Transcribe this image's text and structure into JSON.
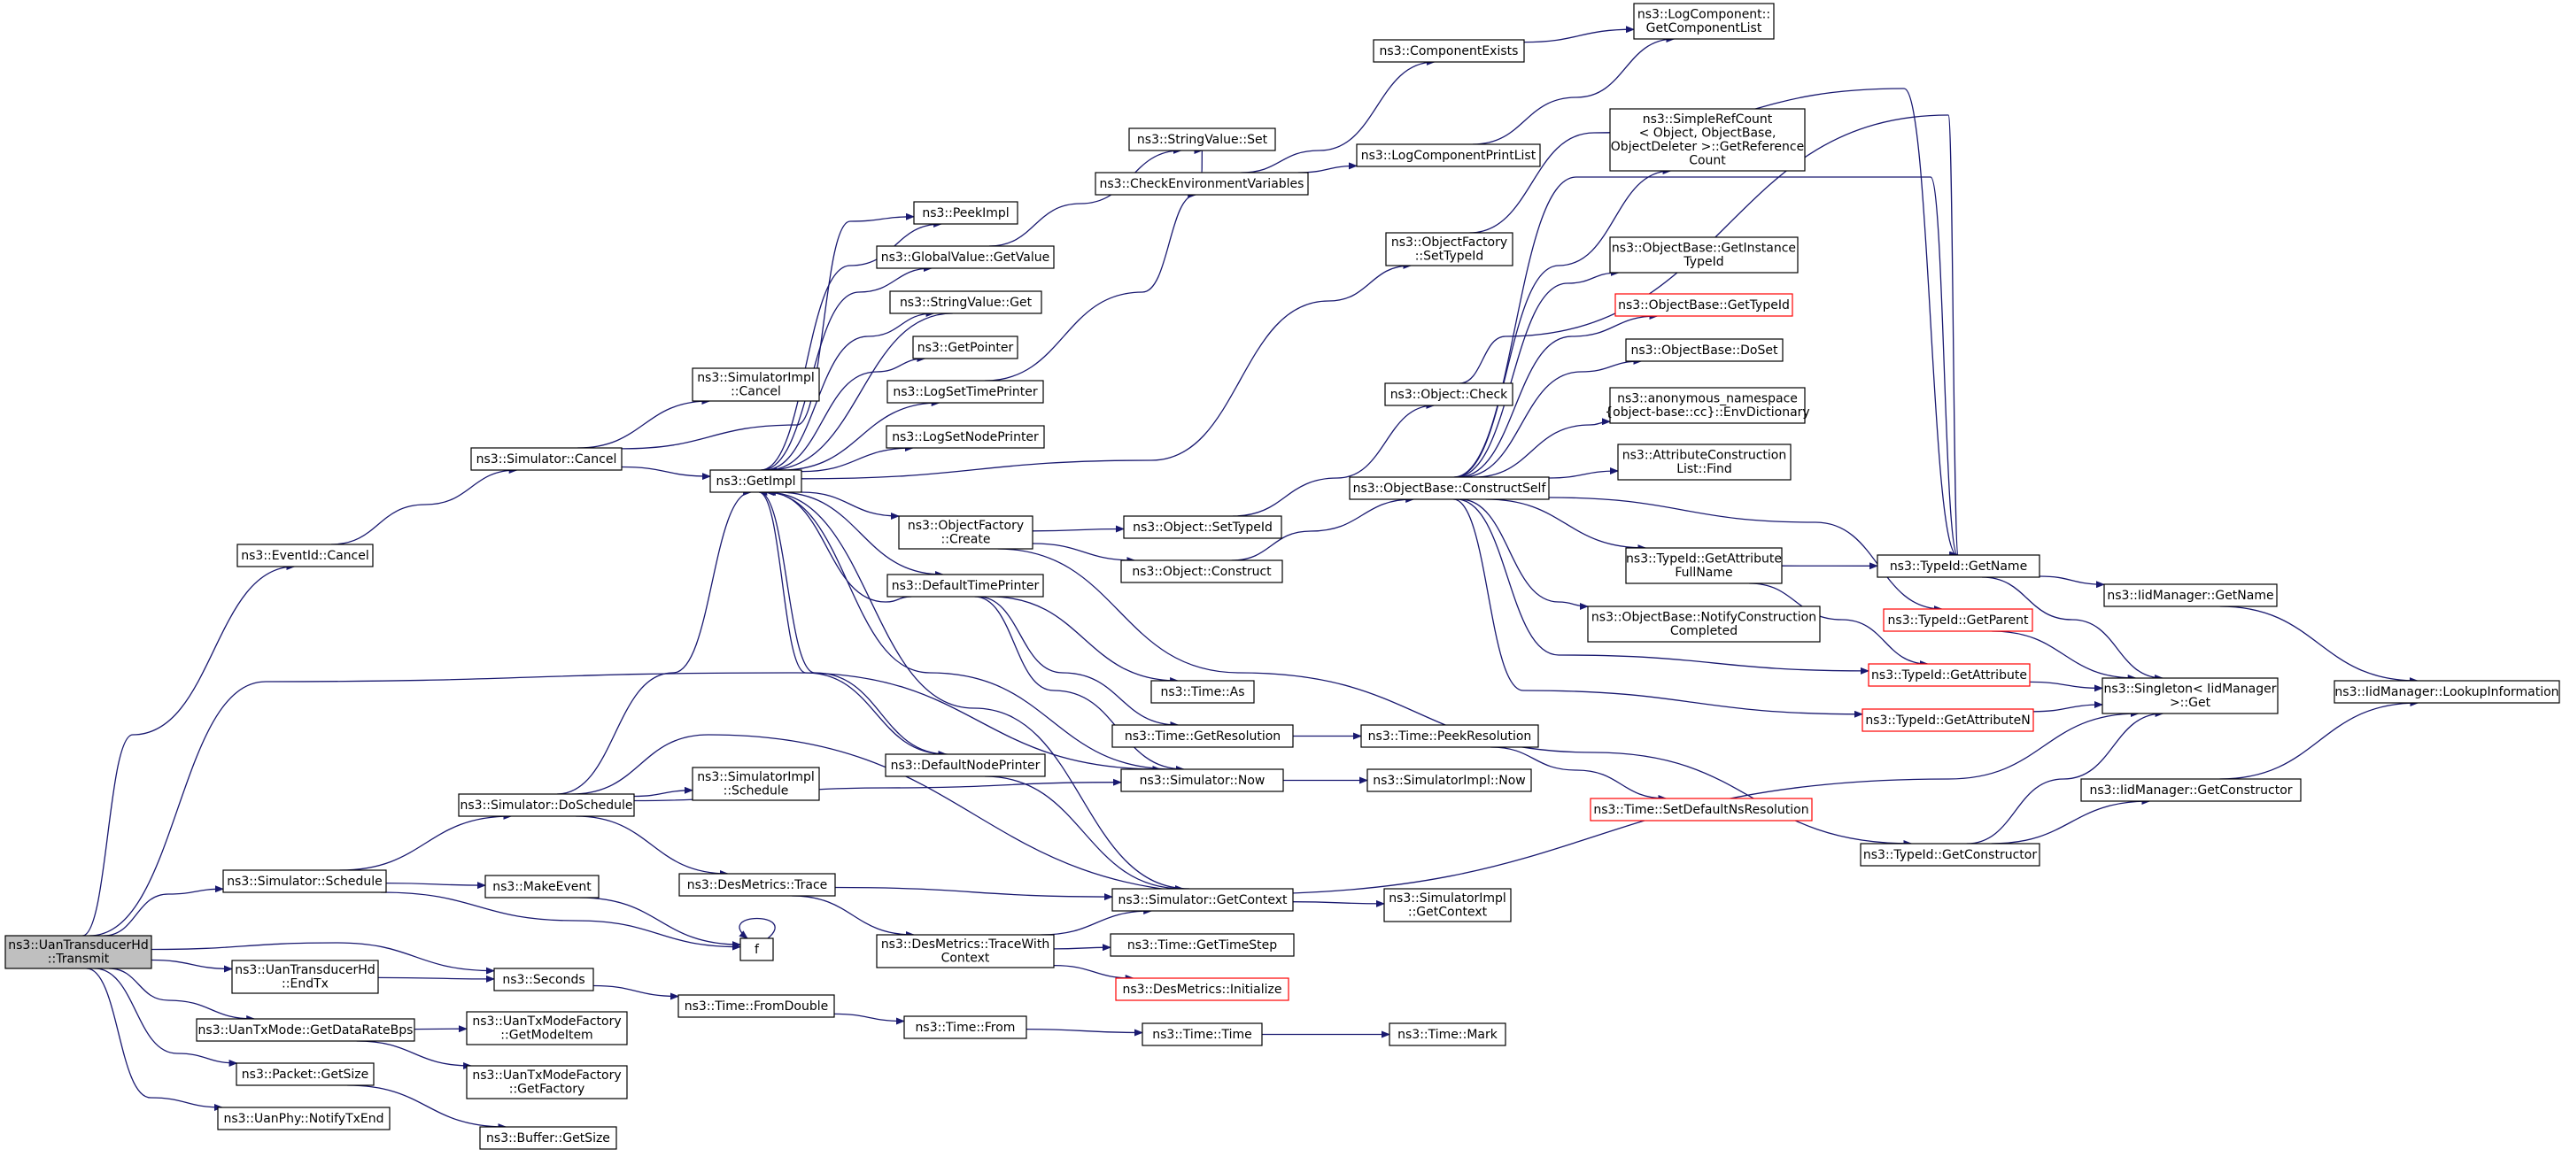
{
  "colors": {
    "edge": "#191970",
    "box_border": "#000000",
    "root_fill": "#bfbfbf",
    "truncated_border": "#ff0000",
    "background": "#ffffff"
  },
  "nodes": [
    {
      "id": "transmit",
      "lines": [
        "ns3::UanTransducerHd",
        "::Transmit"
      ],
      "style": "root"
    },
    {
      "id": "eventid_cancel",
      "lines": [
        "ns3::EventId::Cancel"
      ]
    },
    {
      "id": "sim_schedule",
      "lines": [
        "ns3::Simulator::Schedule"
      ]
    },
    {
      "id": "hd_endtx",
      "lines": [
        "ns3::UanTransducerHd",
        "::EndTx"
      ]
    },
    {
      "id": "getdatarate",
      "lines": [
        "ns3::UanTxMode::GetDataRateBps"
      ]
    },
    {
      "id": "packet_getsize",
      "lines": [
        "ns3::Packet::GetSize"
      ]
    },
    {
      "id": "notifytxend",
      "lines": [
        "ns3::UanPhy::NotifyTxEnd"
      ]
    },
    {
      "id": "sim_cancel",
      "lines": [
        "ns3::Simulator::Cancel"
      ]
    },
    {
      "id": "sim_doschedule",
      "lines": [
        "ns3::Simulator::DoSchedule"
      ]
    },
    {
      "id": "makeevent",
      "lines": [
        "ns3::MakeEvent"
      ]
    },
    {
      "id": "seconds",
      "lines": [
        "ns3::Seconds"
      ]
    },
    {
      "id": "modefactory_getmodeitem",
      "lines": [
        "ns3::UanTxModeFactory",
        "::GetModeItem"
      ]
    },
    {
      "id": "modefactory_getfactory",
      "lines": [
        "ns3::UanTxModeFactory",
        "::GetFactory"
      ]
    },
    {
      "id": "buffer_getsize",
      "lines": [
        "ns3::Buffer::GetSize"
      ]
    },
    {
      "id": "simimpl_cancel",
      "lines": [
        "ns3::SimulatorImpl",
        "::Cancel"
      ]
    },
    {
      "id": "getimpl",
      "lines": [
        "ns3::GetImpl"
      ]
    },
    {
      "id": "simimpl_schedule",
      "lines": [
        "ns3::SimulatorImpl",
        "::Schedule"
      ]
    },
    {
      "id": "desmetrics_trace",
      "lines": [
        "ns3::DesMetrics::Trace"
      ]
    },
    {
      "id": "f",
      "lines": [
        "f"
      ]
    },
    {
      "id": "time_fromdouble",
      "lines": [
        "ns3::Time::FromDouble"
      ]
    },
    {
      "id": "peekimpl",
      "lines": [
        "ns3::PeekImpl"
      ]
    },
    {
      "id": "gv_getvalue",
      "lines": [
        "ns3::GlobalValue::GetValue"
      ]
    },
    {
      "id": "stringvalue_get",
      "lines": [
        "ns3::StringValue::Get"
      ]
    },
    {
      "id": "getpointer",
      "lines": [
        "ns3::GetPointer"
      ]
    },
    {
      "id": "logsettimeprinter",
      "lines": [
        "ns3::LogSetTimePrinter"
      ]
    },
    {
      "id": "logsetnodeprinter",
      "lines": [
        "ns3::LogSetNodePrinter"
      ]
    },
    {
      "id": "objfactory_create",
      "lines": [
        "ns3::ObjectFactory",
        "::Create"
      ]
    },
    {
      "id": "defaulttimeprinter",
      "lines": [
        "ns3::DefaultTimePrinter"
      ]
    },
    {
      "id": "defaultnodeprinter",
      "lines": [
        "ns3::DefaultNodePrinter"
      ]
    },
    {
      "id": "tracewithcontext",
      "lines": [
        "ns3::DesMetrics::TraceWith",
        "Context"
      ]
    },
    {
      "id": "time_from",
      "lines": [
        "ns3::Time::From"
      ]
    },
    {
      "id": "stringvalue_set",
      "lines": [
        "ns3::StringValue::Set"
      ]
    },
    {
      "id": "checkenv",
      "lines": [
        "ns3::CheckEnvironmentVariables"
      ]
    },
    {
      "id": "obj_settypeid",
      "lines": [
        "ns3::Object::SetTypeId"
      ]
    },
    {
      "id": "obj_construct",
      "lines": [
        "ns3::Object::Construct"
      ]
    },
    {
      "id": "time_as",
      "lines": [
        "ns3::Time::As"
      ]
    },
    {
      "id": "time_getresolution",
      "lines": [
        "ns3::Time::GetResolution"
      ]
    },
    {
      "id": "sim_now",
      "lines": [
        "ns3::Simulator::Now"
      ]
    },
    {
      "id": "sim_getcontext",
      "lines": [
        "ns3::Simulator::GetContext"
      ]
    },
    {
      "id": "time_gettimestep",
      "lines": [
        "ns3::Time::GetTimeStep"
      ]
    },
    {
      "id": "desmetrics_init",
      "lines": [
        "ns3::DesMetrics::Initialize"
      ],
      "style": "truncated"
    },
    {
      "id": "time_time",
      "lines": [
        "ns3::Time::Time"
      ]
    },
    {
      "id": "componentexists",
      "lines": [
        "ns3::ComponentExists"
      ]
    },
    {
      "id": "logcompprintlist",
      "lines": [
        "ns3::LogComponentPrintList"
      ]
    },
    {
      "id": "objfactory_settypeid",
      "lines": [
        "ns3::ObjectFactory",
        "::SetTypeId"
      ]
    },
    {
      "id": "obj_check",
      "lines": [
        "ns3::Object::Check"
      ]
    },
    {
      "id": "objbase_constructself",
      "lines": [
        "ns3::ObjectBase::ConstructSelf"
      ]
    },
    {
      "id": "time_peekresolution",
      "lines": [
        "ns3::Time::PeekResolution"
      ]
    },
    {
      "id": "simimpl_now",
      "lines": [
        "ns3::SimulatorImpl::Now"
      ]
    },
    {
      "id": "time_setdefaultns",
      "lines": [
        "ns3::Time::SetDefaultNsResolution"
      ],
      "style": "truncated"
    },
    {
      "id": "simimpl_getcontext",
      "lines": [
        "ns3::SimulatorImpl",
        "::GetContext"
      ]
    },
    {
      "id": "time_mark",
      "lines": [
        "ns3::Time::Mark"
      ]
    },
    {
      "id": "logcomp_getlist",
      "lines": [
        "ns3::LogComponent::",
        "GetComponentList"
      ]
    },
    {
      "id": "simplerefcount",
      "lines": [
        "ns3::SimpleRefCount",
        "< Object, ObjectBase,",
        "ObjectDeleter >::GetReference",
        "Count"
      ]
    },
    {
      "id": "objbase_getinstancetypeid",
      "lines": [
        "ns3::ObjectBase::GetInstance",
        "TypeId"
      ]
    },
    {
      "id": "objbase_gettypeid",
      "lines": [
        "ns3::ObjectBase::GetTypeId"
      ],
      "style": "truncated"
    },
    {
      "id": "objbase_doset",
      "lines": [
        "ns3::ObjectBase::DoSet"
      ]
    },
    {
      "id": "envdictionary",
      "lines": [
        "ns3::anonymous_namespace",
        "{object-base::cc}::EnvDictionary"
      ]
    },
    {
      "id": "attrconstruction_find",
      "lines": [
        "ns3::AttributeConstruction",
        "List::Find"
      ]
    },
    {
      "id": "typeid_getattributefullname",
      "lines": [
        "ns3::TypeId::GetAttribute",
        "FullName"
      ]
    },
    {
      "id": "objbase_notifyconstruction",
      "lines": [
        "ns3::ObjectBase::NotifyConstruction",
        "Completed"
      ]
    },
    {
      "id": "typeid_getname",
      "lines": [
        "ns3::TypeId::GetName"
      ]
    },
    {
      "id": "typeid_getparent",
      "lines": [
        "ns3::TypeId::GetParent"
      ],
      "style": "truncated"
    },
    {
      "id": "typeid_getattribute",
      "lines": [
        "ns3::TypeId::GetAttribute"
      ],
      "style": "truncated"
    },
    {
      "id": "typeid_getattributen",
      "lines": [
        "ns3::TypeId::GetAttributeN"
      ],
      "style": "truncated"
    },
    {
      "id": "typeid_getconstructor",
      "lines": [
        "ns3::TypeId::GetConstructor"
      ]
    },
    {
      "id": "iidmanager_getname",
      "lines": [
        "ns3::IidManager::GetName"
      ]
    },
    {
      "id": "singleton_get",
      "lines": [
        "ns3::Singleton< IidManager",
        ">::Get"
      ]
    },
    {
      "id": "iidmanager_getconstructor",
      "lines": [
        "ns3::IidManager::GetConstructor"
      ]
    },
    {
      "id": "iidmanager_lookupinfo",
      "lines": [
        "ns3::IidManager::LookupInformation"
      ]
    }
  ]
}
